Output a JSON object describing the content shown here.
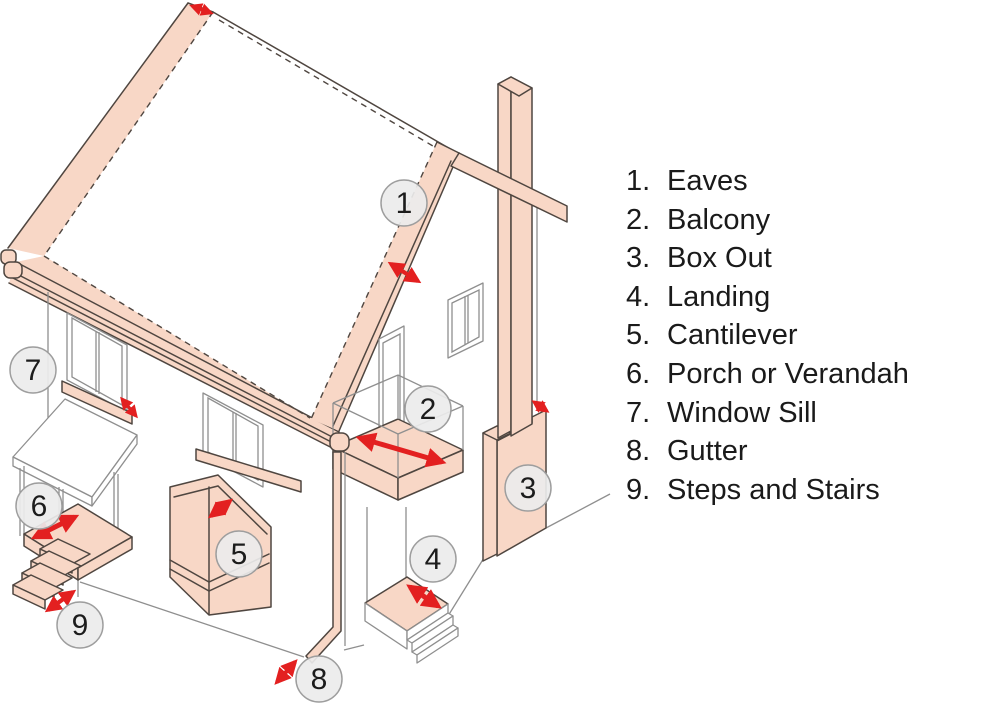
{
  "legend": {
    "items": [
      {
        "num": "1.",
        "label": "Eaves"
      },
      {
        "num": "2.",
        "label": "Balcony"
      },
      {
        "num": "3.",
        "label": "Box Out"
      },
      {
        "num": "4.",
        "label": "Landing"
      },
      {
        "num": "5.",
        "label": "Cantilever"
      },
      {
        "num": "6.",
        "label": "Porch or Verandah"
      },
      {
        "num": "7.",
        "label": "Window Sill"
      },
      {
        "num": "8.",
        "label": "Gutter"
      },
      {
        "num": "9.",
        "label": "Steps and Stairs"
      }
    ]
  },
  "callouts": [
    {
      "n": "1",
      "target": "Eaves"
    },
    {
      "n": "2",
      "target": "Balcony"
    },
    {
      "n": "3",
      "target": "Box Out"
    },
    {
      "n": "4",
      "target": "Landing"
    },
    {
      "n": "5",
      "target": "Cantilever"
    },
    {
      "n": "6",
      "target": "Porch or Verandah"
    },
    {
      "n": "7",
      "target": "Window Sill"
    },
    {
      "n": "8",
      "target": "Gutter"
    },
    {
      "n": "9",
      "target": "Steps and Stairs"
    }
  ],
  "colors": {
    "salmon": "#f8d7c6",
    "outline": "#4f4640",
    "gray_line": "#8f8f8f",
    "red": "#e32020",
    "circle_fill": "#ececec",
    "circle_stroke": "#9e9e9e",
    "text": "#1a1a1a"
  }
}
